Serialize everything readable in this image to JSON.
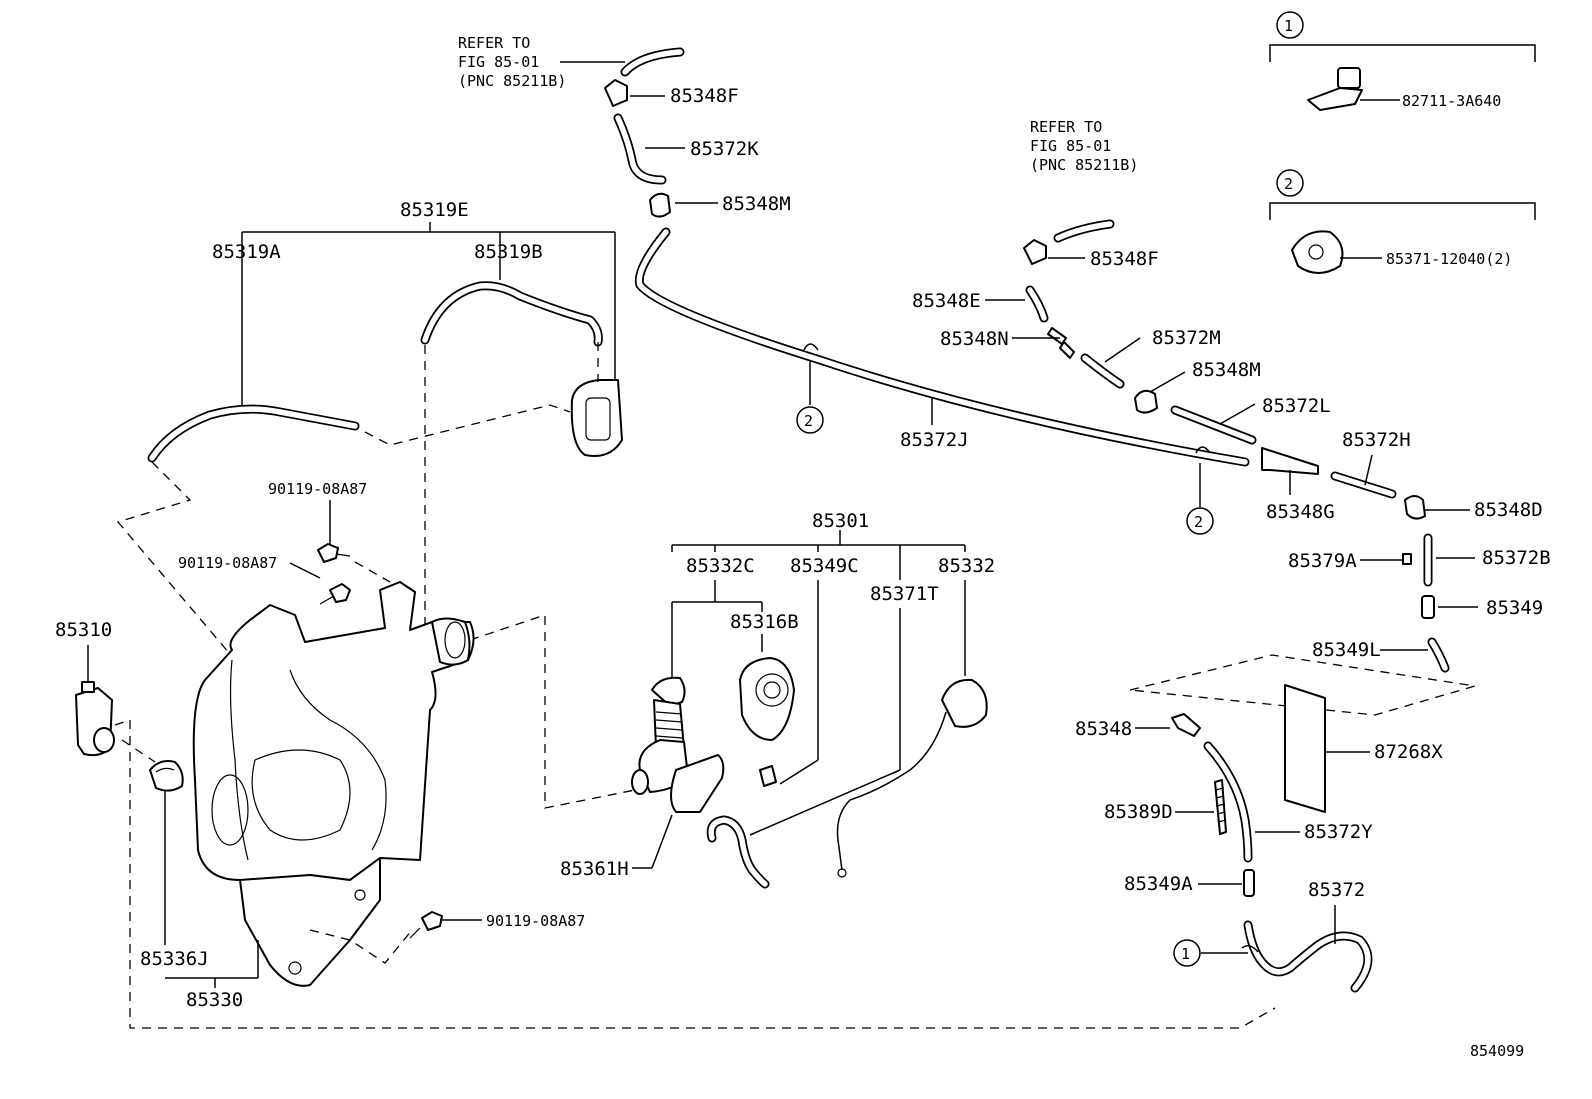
{
  "refer_notes": [
    {
      "line1": "REFER TO",
      "line2": "FIG 85-01",
      "line3": "(PNC 85211B)"
    },
    {
      "line1": "REFER TO",
      "line2": "FIG 85-01",
      "line3": "(PNC 85211B)"
    }
  ],
  "inset_numbers": [
    "1",
    "2"
  ],
  "inset_parts": [
    "82711-3A640",
    "85371-12040(2)"
  ],
  "callouts": {
    "c_85348F_top": "85348F",
    "c_85372K": "85372K",
    "c_85348M_top": "85348M",
    "c_85319E": "85319E",
    "c_85319A": "85319A",
    "c_85319B": "85319B",
    "c_85348F_right": "85348F",
    "c_85348E": "85348E",
    "c_85348N": "85348N",
    "c_85372M": "85372M",
    "c_85348M_right": "85348M",
    "c_85372L": "85372L",
    "c_85372J": "85372J",
    "c_85372H": "85372H",
    "c_85348G": "85348G",
    "c_85348D": "85348D",
    "c_85379A": "85379A",
    "c_85372B": "85372B",
    "c_85349": "85349",
    "c_85349L": "85349L",
    "c_90119_a": "90119-08A87",
    "c_90119_b": "90119-08A87",
    "c_85310": "85310",
    "c_85301": "85301",
    "c_85332C": "85332C",
    "c_85349C": "85349C",
    "c_85332": "85332",
    "c_85371T": "85371T",
    "c_85316B": "85316B",
    "c_85348": "85348",
    "c_87268X": "87268X",
    "c_85389D": "85389D",
    "c_85372Y": "85372Y",
    "c_85349A": "85349A",
    "c_85372": "85372",
    "c_85361H": "85361H",
    "c_85336J": "85336J",
    "c_85330": "85330",
    "c_90119_c": "90119-08A87"
  },
  "circle_marks": {
    "m1": "2",
    "m2": "2",
    "m3": "1"
  },
  "figure_id": "854099"
}
